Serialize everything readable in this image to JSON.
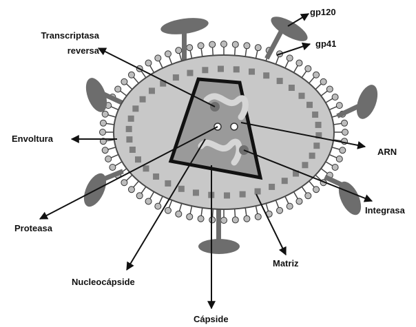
{
  "labels": {
    "gp120": "gp120",
    "gp41": "gp41",
    "transcriptasa_line1": "Transcriptasa",
    "transcriptasa_line2": "reversa",
    "envoltura": "Envoltura",
    "arn": "ARN",
    "integrasa": "Integrasa",
    "proteasa": "Proteasa",
    "nucleocapside": "Nucleocápside",
    "matriz": "Matriz",
    "capside": "Cápside"
  },
  "colors": {
    "background": "#ffffff",
    "envelope_fill": "#c8c8c8",
    "envelope_stroke": "#4a4a4a",
    "matrix_squares": "#7e7e7e",
    "capsid_fill": "#9a9a9a",
    "capsid_stroke": "#111111",
    "rna": "#d6d6d6",
    "lipid_head": "#bdbdbd",
    "glycoprotein": "#6d6d6d",
    "arrow": "#111111"
  }
}
